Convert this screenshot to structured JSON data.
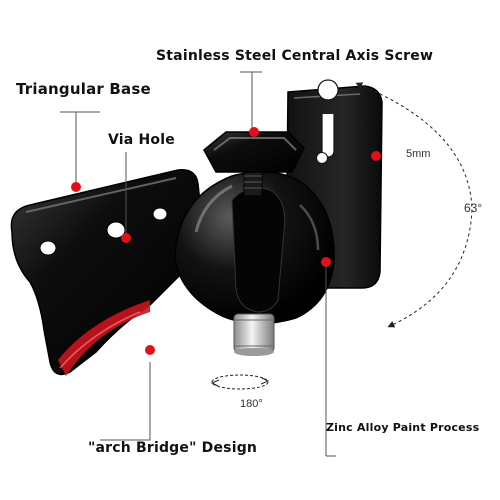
{
  "labels": {
    "screw": "Stainless Steel Central Axis Screw",
    "base": "Triangular Base",
    "hole": "Via Hole",
    "arch": "\"arch Bridge\" Design",
    "zinc": "Zinc Alloy Paint Process"
  },
  "measurements": {
    "thickness": "5mm",
    "tilt": "63°",
    "rotation": "180°"
  },
  "colors": {
    "marker": "#e3101a",
    "bracket": "#0c0c0c",
    "accent_red": "#c81420",
    "leader": "#555555"
  }
}
